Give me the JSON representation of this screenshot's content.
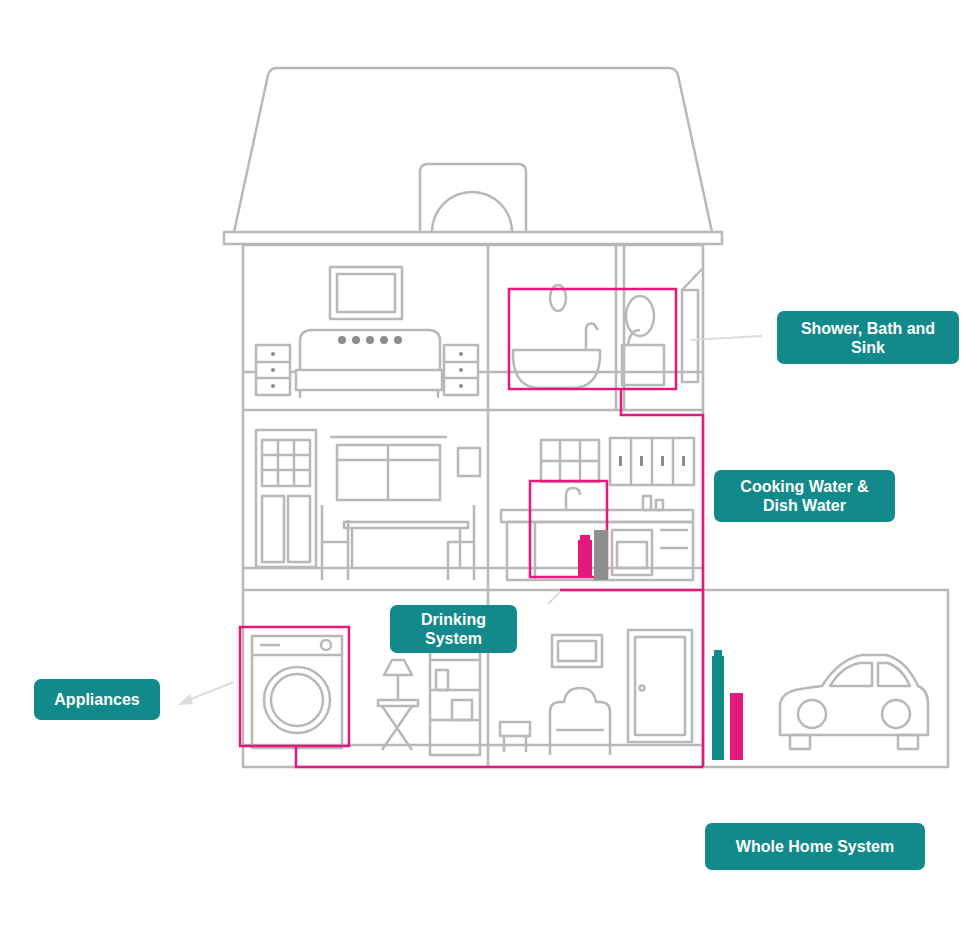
{
  "diagram": {
    "nodes": [
      {
        "text": [
          "Shower, Bath and Sink"
        ]
      },
      {
        "text": [
          "Cooking Water & Dish Water"
        ]
      },
      {
        "text": [
          "Drinking System"
        ]
      },
      {
        "text": [
          "Appliances"
        ]
      },
      {
        "text": [
          "Whole Home System"
        ]
      }
    ]
  }
}
